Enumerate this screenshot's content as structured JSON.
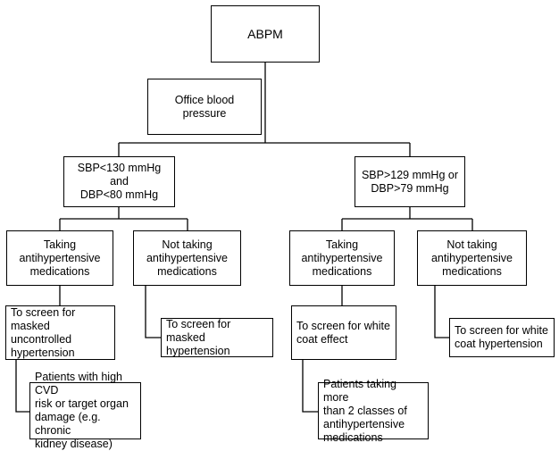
{
  "nodes": {
    "abpm": "ABPM",
    "office_bp": "Office blood pressure",
    "low_bp": "SBP<130 mmHg and\nDBP<80 mmHg",
    "high_bp": "SBP>129 mmHg or\nDBP>79 mmHg",
    "low_taking": "Taking\nantihypertensive\nmedications",
    "low_not_taking": "Not taking\nantihypertensive\nmedications",
    "high_taking": "Taking\nantihypertensive\nmedications",
    "high_not_taking": "Not taking\nantihypertensive\nmedications",
    "screen_masked_uncontrolled": "To screen for masked\nuncontrolled\nhypertension",
    "screen_masked": "To screen for masked\nhypertension",
    "screen_white_coat_effect": "To screen for white\ncoat effect",
    "screen_white_coat_htn": "To screen for white\ncoat hypertension",
    "patients_high_cvd": "Patients with high CVD\nrisk or target organ\ndamage (e.g. chronic\nkidney disease)",
    "patients_more_classes": "Patients taking more\nthan 2 classes of\nantihypertensive\nmedications"
  }
}
